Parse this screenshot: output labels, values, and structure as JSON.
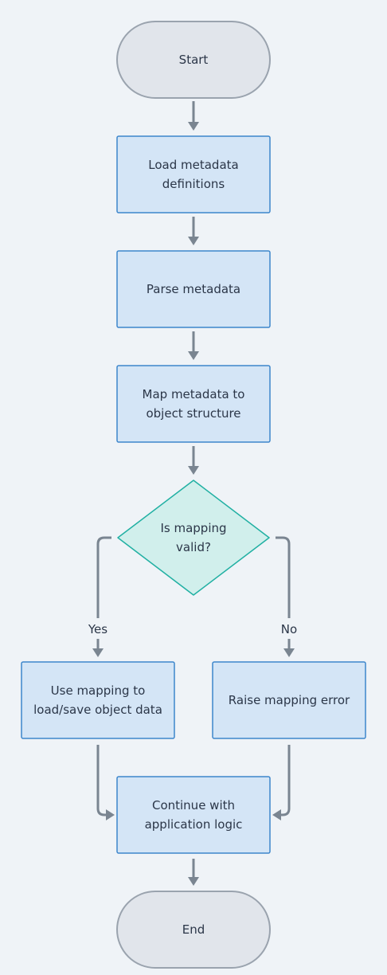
{
  "nodes": {
    "start": {
      "lines": [
        "Start"
      ]
    },
    "load": {
      "lines": [
        "Load metadata",
        "definitions"
      ]
    },
    "parse": {
      "lines": [
        "Parse metadata"
      ]
    },
    "map": {
      "lines": [
        "Map metadata to",
        "object structure"
      ]
    },
    "decision": {
      "lines": [
        "Is mapping",
        "valid?"
      ]
    },
    "use_mapping": {
      "lines": [
        "Use mapping to",
        "load/save object data"
      ]
    },
    "raise_error": {
      "lines": [
        "Raise mapping error"
      ]
    },
    "continue": {
      "lines": [
        "Continue with",
        "application logic"
      ]
    },
    "end": {
      "lines": [
        "End"
      ]
    }
  },
  "edges": {
    "yes_label": "Yes",
    "no_label": "No"
  }
}
